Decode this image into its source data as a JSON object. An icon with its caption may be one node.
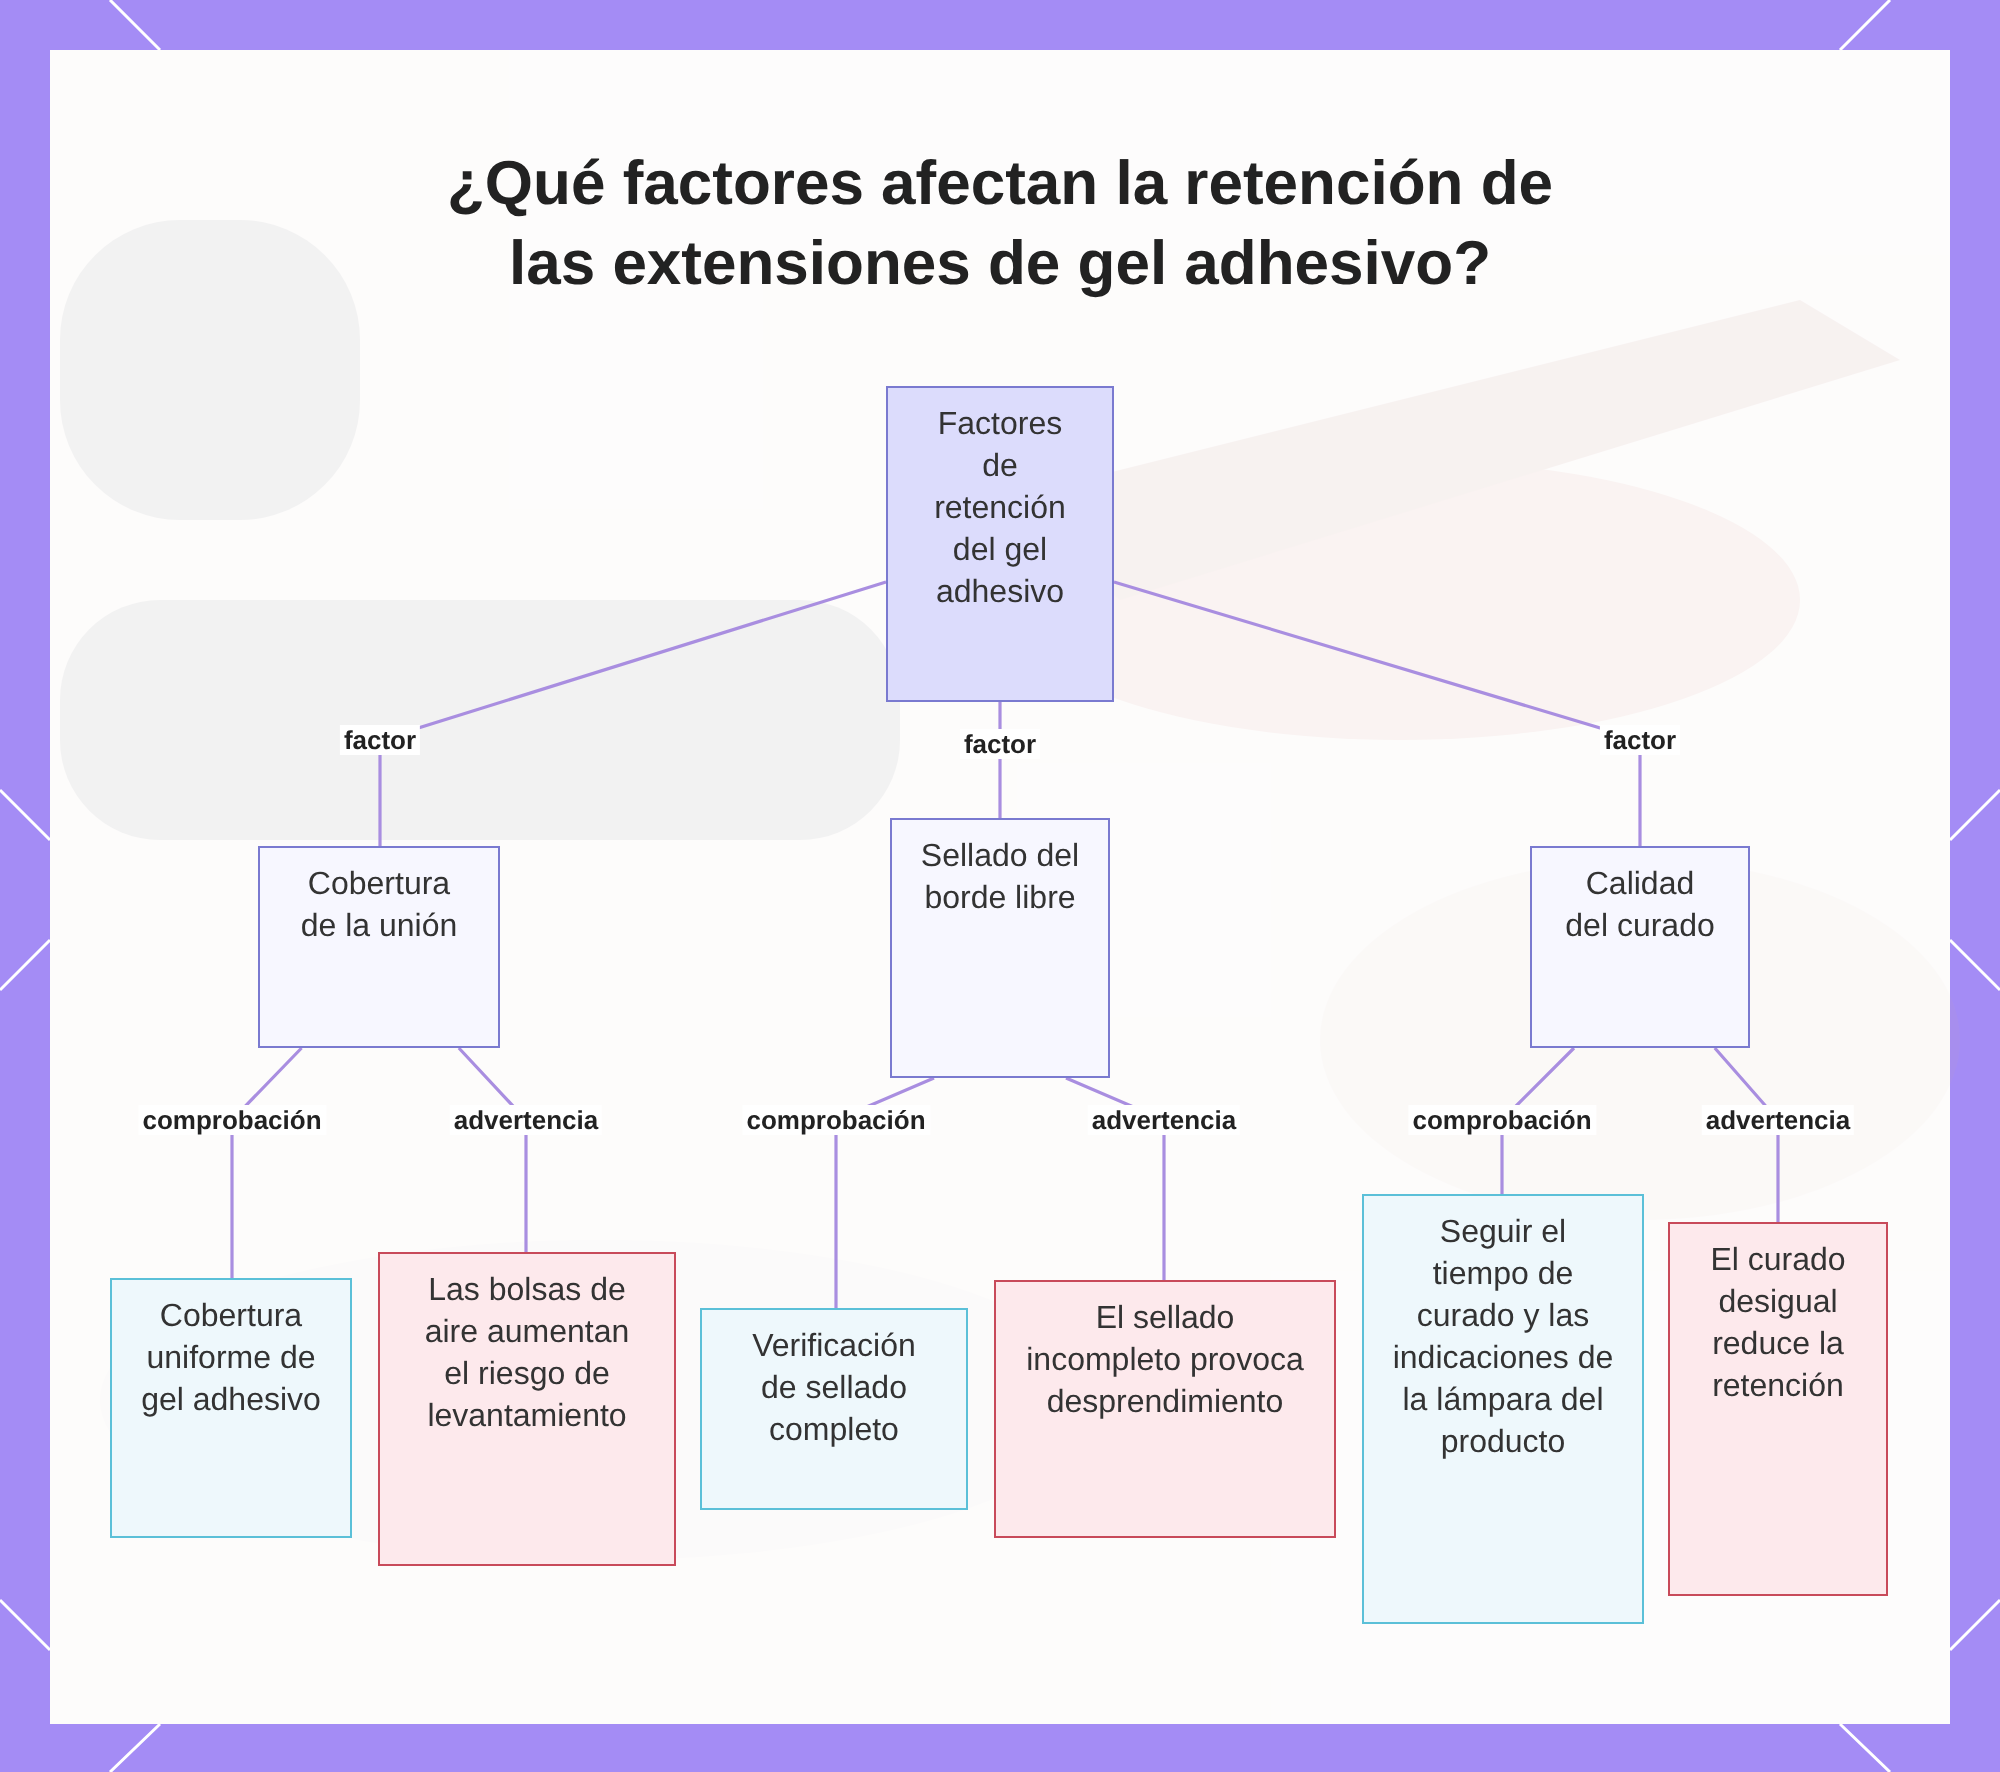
{
  "diagram": {
    "title": "¿Qué factores afectan la retención de las extensiones de gel adhesivo?",
    "nodes": [
      {
        "text": [
          "Factores de retención del gel adhesivo"
        ]
      },
      {
        "text": [
          "Cobertura de la unión"
        ]
      },
      {
        "text": [
          "Sellado del borde libre"
        ]
      },
      {
        "text": [
          "Calidad del curado"
        ]
      },
      {
        "text": [
          "Cobertura uniforme de gel adhesivo"
        ]
      },
      {
        "text": [
          "Las bolsas de aire aumentan el riesgo de levantamiento"
        ]
      },
      {
        "text": [
          "Verificación de sellado completo"
        ]
      },
      {
        "text": [
          "El sellado incompleto provoca desprendimiento"
        ]
      },
      {
        "text": [
          "Seguir el tiempo de curado y las indicaciones de la lámpara del producto"
        ]
      },
      {
        "text": [
          "El curado desigual reduce la retención"
        ]
      }
    ],
    "edges": [
      {
        "from": 0,
        "to": 1,
        "arrow": "none",
        "label": "factor"
      },
      {
        "from": 0,
        "to": 2,
        "arrow": "none",
        "label": "factor"
      },
      {
        "from": 0,
        "to": 3,
        "arrow": "none",
        "label": "factor"
      },
      {
        "from": 1,
        "to": 4,
        "arrow": "none",
        "label": "comprobación"
      },
      {
        "from": 1,
        "to": 5,
        "arrow": "none",
        "label": "advertencia"
      },
      {
        "from": 2,
        "to": 6,
        "arrow": "none",
        "label": "comprobación"
      },
      {
        "from": 2,
        "to": 7,
        "arrow": "none",
        "label": "advertencia"
      },
      {
        "from": 3,
        "to": 8,
        "arrow": "none",
        "label": "comprobación"
      },
      {
        "from": 3,
        "to": 9,
        "arrow": "none",
        "label": "advertencia"
      }
    ]
  }
}
